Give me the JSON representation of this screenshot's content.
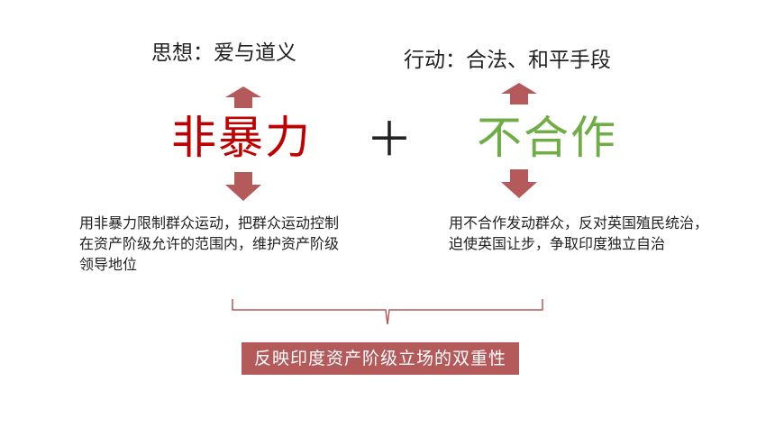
{
  "left": {
    "top_label": "思想：爱与道义",
    "keyword": "非暴力",
    "keyword_color": "#c00000",
    "description": "用非暴力限制群众运动，把群众运动控制在资产阶级允许的范围内，维护资产阶级领导地位"
  },
  "operator": {
    "symbol": "＋"
  },
  "right": {
    "top_label": "行动：合法、和平手段",
    "keyword": "不合作",
    "keyword_color": "#70ad47",
    "description": "用不合作发动群众，反对英国殖民统治，迫使英国让步，争取印度独立自治"
  },
  "conclusion": {
    "text": "反映印度资产阶级立场的双重性"
  },
  "colors": {
    "arrow": "#b45a5a",
    "bracket": "#b45a5a",
    "conclusion_bg": "#b45a5a"
  },
  "icons": {
    "up_arrow": "arrow-up-icon",
    "down_arrow": "arrow-down-icon",
    "bracket": "curly-brace-icon"
  }
}
